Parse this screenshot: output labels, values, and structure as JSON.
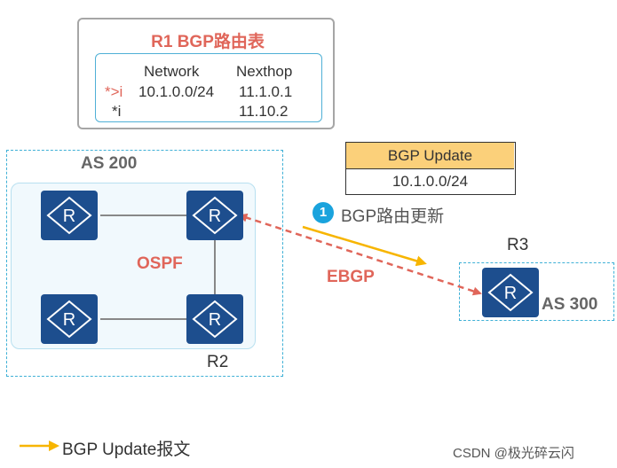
{
  "routing_table": {
    "title": "R1 BGP路由表",
    "headers": {
      "network": "Network",
      "nexthop": "Nexthop"
    },
    "rows": [
      {
        "flags": "*>i",
        "network": "10.1.0.0/24",
        "nexthop": "11.1.0.1"
      },
      {
        "flags": "*i",
        "network": "",
        "nexthop": "11.10.2"
      }
    ]
  },
  "update_packet": {
    "header": "BGP Update",
    "prefix": "10.1.0.0/24"
  },
  "as200": {
    "label": "AS 200",
    "igp_label": "OSPF",
    "router_label": "R2"
  },
  "as300": {
    "label": "AS 300",
    "router_label": "R3"
  },
  "link_label": "EBGP",
  "step": {
    "number": "1",
    "text": "BGP路由更新"
  },
  "legend": {
    "text": "BGP Update报文",
    "color": "#f7b500"
  },
  "watermark": "CSDN @极光碎云闪",
  "colors": {
    "accent_red": "#e0665a",
    "router_blue": "#1d4e8e",
    "dashed_blue": "#3fb0d6",
    "update_yellow": "#fbd07a"
  },
  "icons": {
    "router": "router-icon"
  }
}
